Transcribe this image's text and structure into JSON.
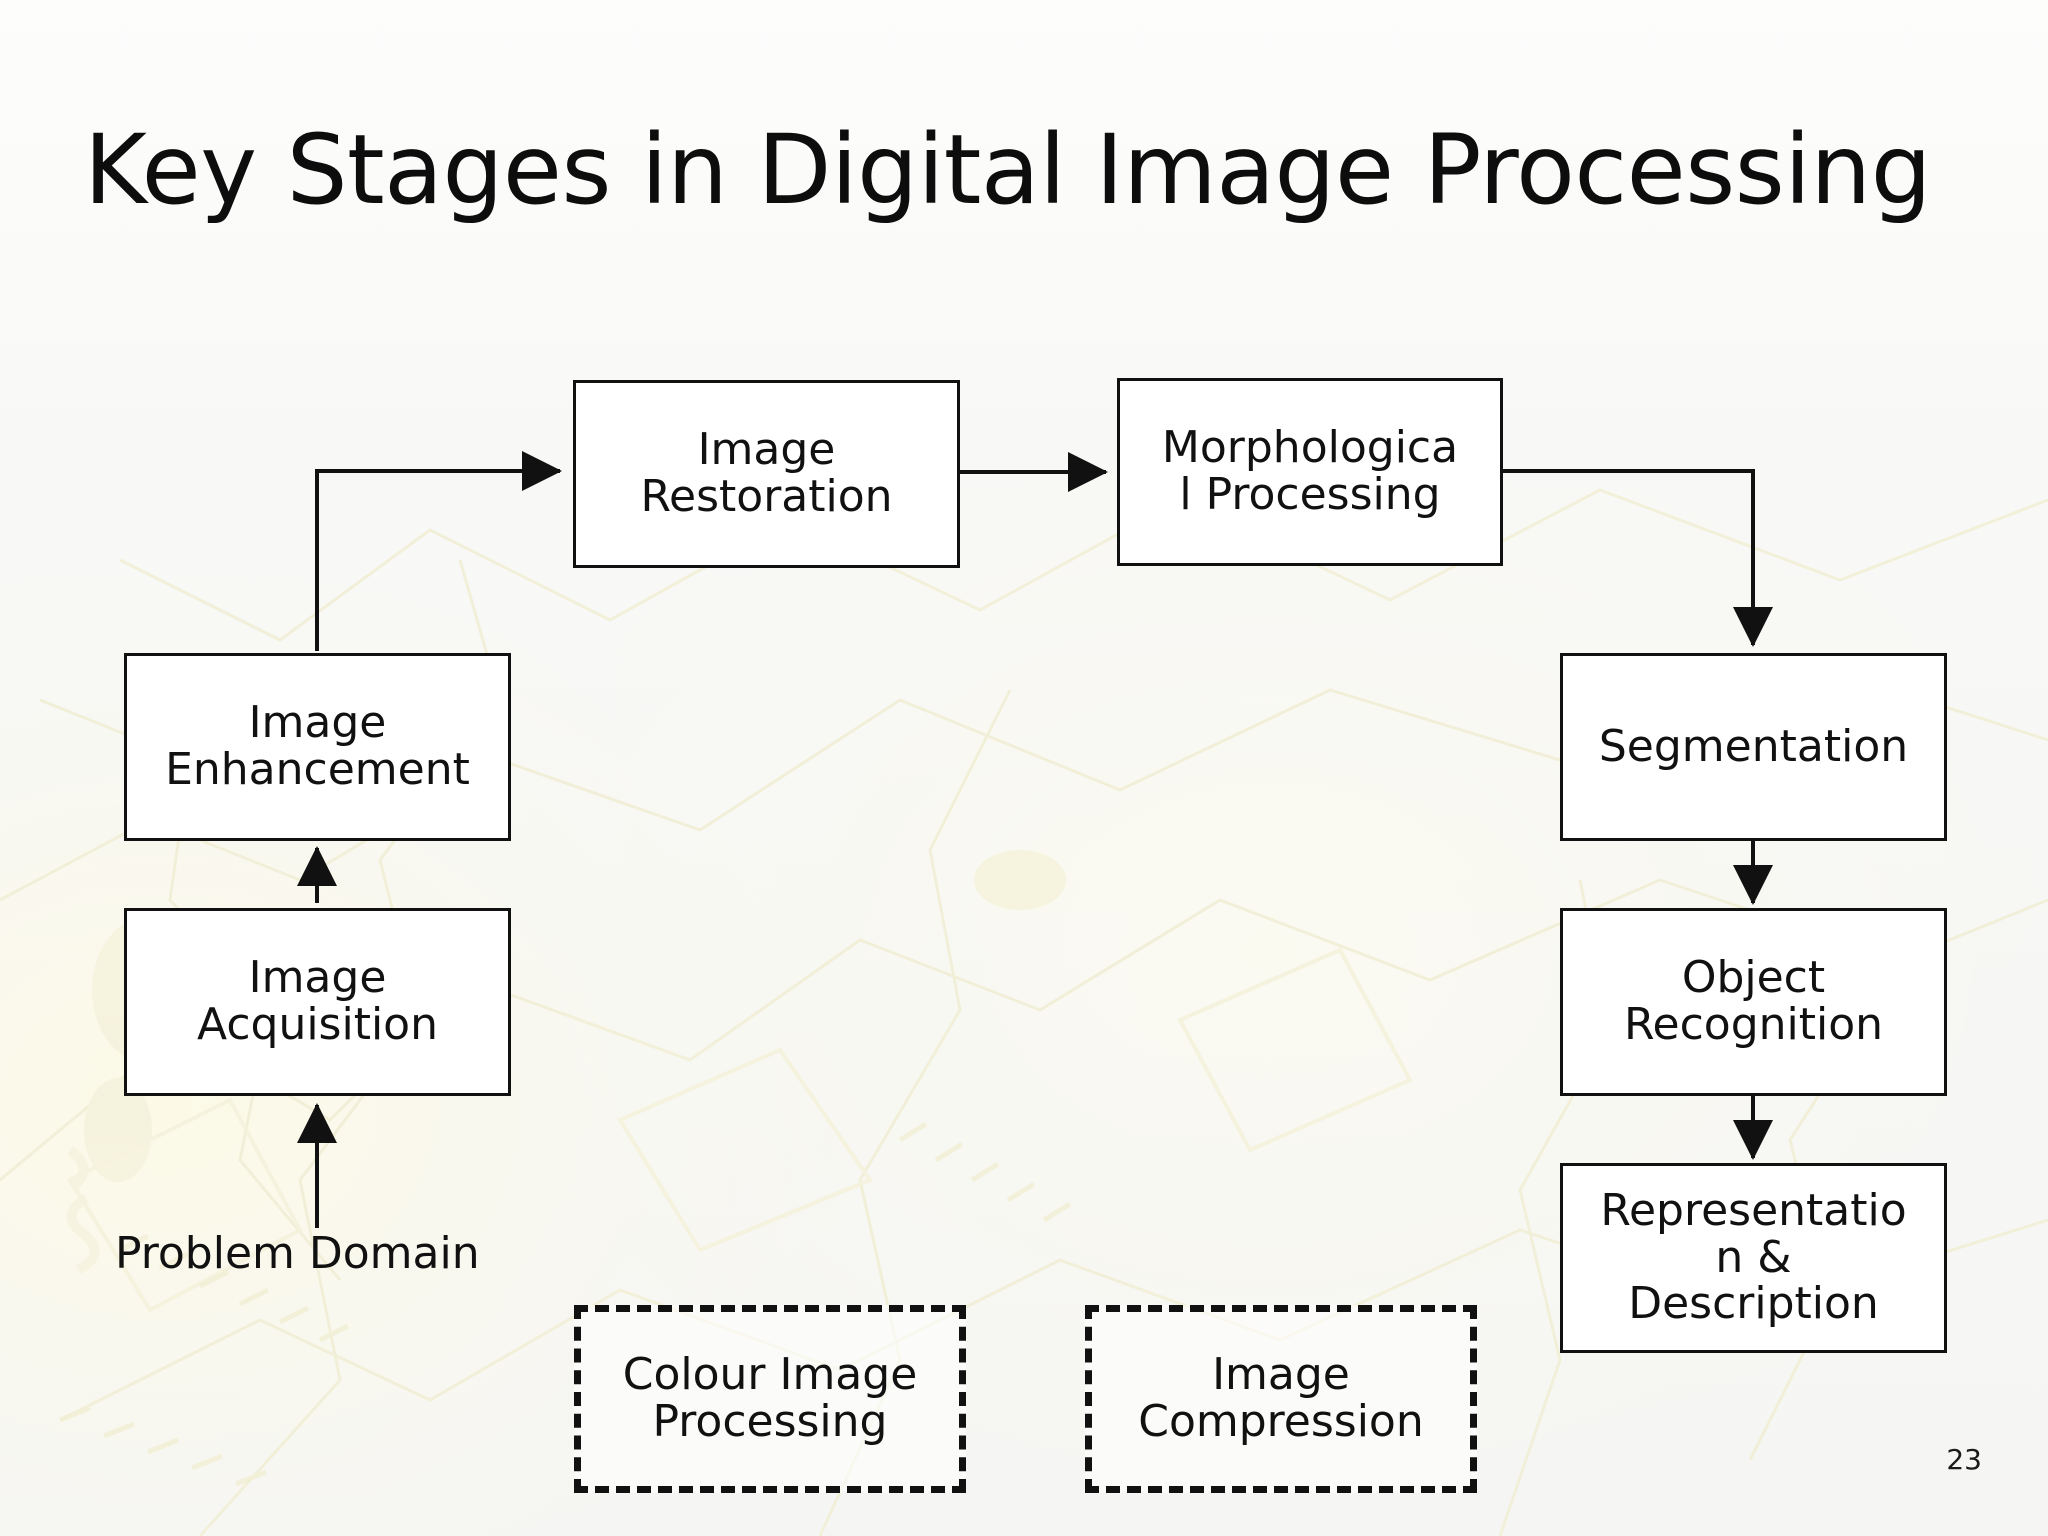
{
  "slide": {
    "title": "Key Stages in Digital Image Processing",
    "page_number": "23",
    "background_color": "#f7f7f5",
    "line_color": "#111111",
    "box_fill": "#ffffff"
  },
  "nodes": {
    "image_restoration": {
      "line1": "Image",
      "line2": "Restoration"
    },
    "morphological_processing": {
      "line1": "Morphologica",
      "line2": "l Processing"
    },
    "image_enhancement": {
      "line1": "Image",
      "line2": "Enhancement"
    },
    "image_acquisition": {
      "line1": "Image",
      "line2": "Acquisition"
    },
    "problem_domain": {
      "label": "Problem Domain"
    },
    "segmentation": {
      "line1": "Segmentation"
    },
    "object_recognition": {
      "line1": "Object",
      "line2": "Recognition"
    },
    "representation_description": {
      "line1": "Representatio",
      "line2": "n &",
      "line3": "Description"
    },
    "colour_image_processing": {
      "line1": "Colour Image",
      "line2": "Processing"
    },
    "image_compression": {
      "line1": "Image",
      "line2": "Compression"
    }
  },
  "chart_data": {
    "type": "diagram",
    "title": "Key Stages in Digital Image Processing",
    "nodes": [
      {
        "id": "problem-domain",
        "label": "Problem Domain",
        "style": "plain-text"
      },
      {
        "id": "image-acquisition",
        "label": "Image Acquisition",
        "style": "solid-box"
      },
      {
        "id": "image-enhancement",
        "label": "Image Enhancement",
        "style": "solid-box"
      },
      {
        "id": "image-restoration",
        "label": "Image Restoration",
        "style": "solid-box"
      },
      {
        "id": "morphological-processing",
        "label": "Morphological Processing",
        "style": "solid-box"
      },
      {
        "id": "segmentation",
        "label": "Segmentation",
        "style": "solid-box"
      },
      {
        "id": "object-recognition",
        "label": "Object Recognition",
        "style": "solid-box"
      },
      {
        "id": "representation-description",
        "label": "Representation & Description",
        "style": "solid-box"
      },
      {
        "id": "colour-image-processing",
        "label": "Colour Image Processing",
        "style": "dashed-box"
      },
      {
        "id": "image-compression",
        "label": "Image Compression",
        "style": "dashed-box"
      }
    ],
    "edges": [
      {
        "from": "problem-domain",
        "to": "image-acquisition",
        "type": "arrow-up"
      },
      {
        "from": "image-acquisition",
        "to": "image-enhancement",
        "type": "arrow-up"
      },
      {
        "from": "image-enhancement",
        "to": "image-restoration",
        "type": "elbow-up-right"
      },
      {
        "from": "image-restoration",
        "to": "morphological-processing",
        "type": "arrow-right"
      },
      {
        "from": "morphological-processing",
        "to": "segmentation",
        "type": "elbow-right-down"
      },
      {
        "from": "segmentation",
        "to": "object-recognition",
        "type": "arrow-down"
      },
      {
        "from": "object-recognition",
        "to": "representation-description",
        "type": "arrow-down"
      }
    ],
    "unconnected": [
      "colour-image-processing",
      "image-compression"
    ]
  }
}
